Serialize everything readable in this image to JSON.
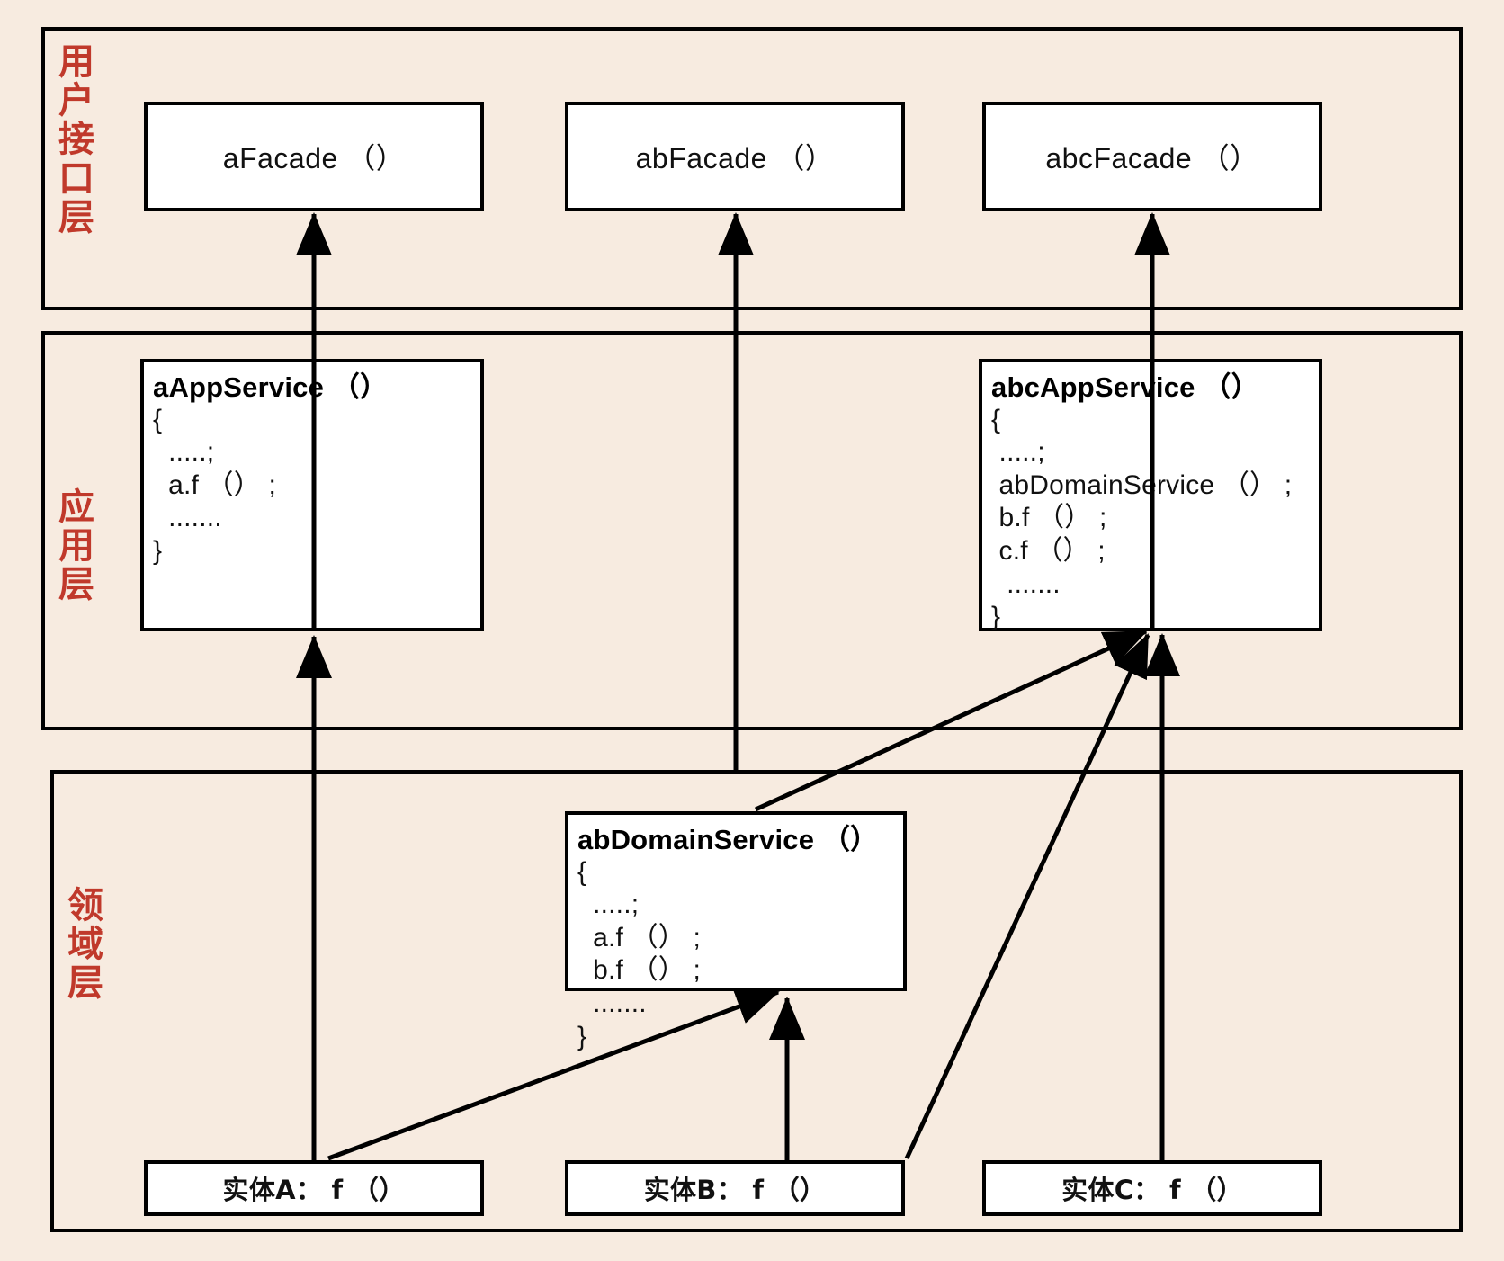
{
  "diagram": {
    "title": "DDD layered architecture diagram",
    "background_color": "#F7EBE0",
    "border_color": "#000000",
    "node_fill": "#FFFFFF",
    "label_color": "#C0392B"
  },
  "layers": [
    {
      "id": "ui",
      "label": "用户接口层"
    },
    {
      "id": "application",
      "label": "应用层"
    },
    {
      "id": "domain",
      "label": "领域层"
    }
  ],
  "nodes": {
    "a_facade": {
      "label": "aFacade （）"
    },
    "ab_facade": {
      "label": "abFacade （）"
    },
    "abc_facade": {
      "label": "abcFacade （）"
    },
    "a_app_service": {
      "title": "aAppService （）",
      "lines": [
        "{",
        "  .....;",
        "  a.f （） ;",
        "  .......",
        "}"
      ]
    },
    "abc_app_service": {
      "title": "abcAppService （）",
      "lines": [
        "{",
        " .....;",
        " abDomainService （） ;",
        " b.f （） ;",
        " c.f （） ;",
        "  .......",
        "}"
      ]
    },
    "ab_domain_service": {
      "title": "abDomainService （）",
      "lines": [
        "{",
        "  .....;",
        "  a.f （） ;",
        "  b.f （） ;",
        "  .......",
        "}"
      ]
    },
    "entity_a": {
      "label": "实体A： f （）"
    },
    "entity_b": {
      "label": "实体B： f （）"
    },
    "entity_c": {
      "label": "实体C： f （）"
    }
  },
  "connections": [
    {
      "from": "a_app_service",
      "to": "a_facade"
    },
    {
      "from": "ab_domain_service",
      "to": "ab_facade"
    },
    {
      "from": "abc_app_service",
      "to": "abc_facade"
    },
    {
      "from": "entity_a",
      "to": "a_app_service"
    },
    {
      "from": "entity_a",
      "to": "ab_domain_service"
    },
    {
      "from": "entity_b",
      "to": "ab_domain_service"
    },
    {
      "from": "entity_b",
      "to": "abc_app_service"
    },
    {
      "from": "entity_c",
      "to": "abc_app_service"
    },
    {
      "from": "ab_domain_service",
      "to": "abc_app_service"
    }
  ]
}
